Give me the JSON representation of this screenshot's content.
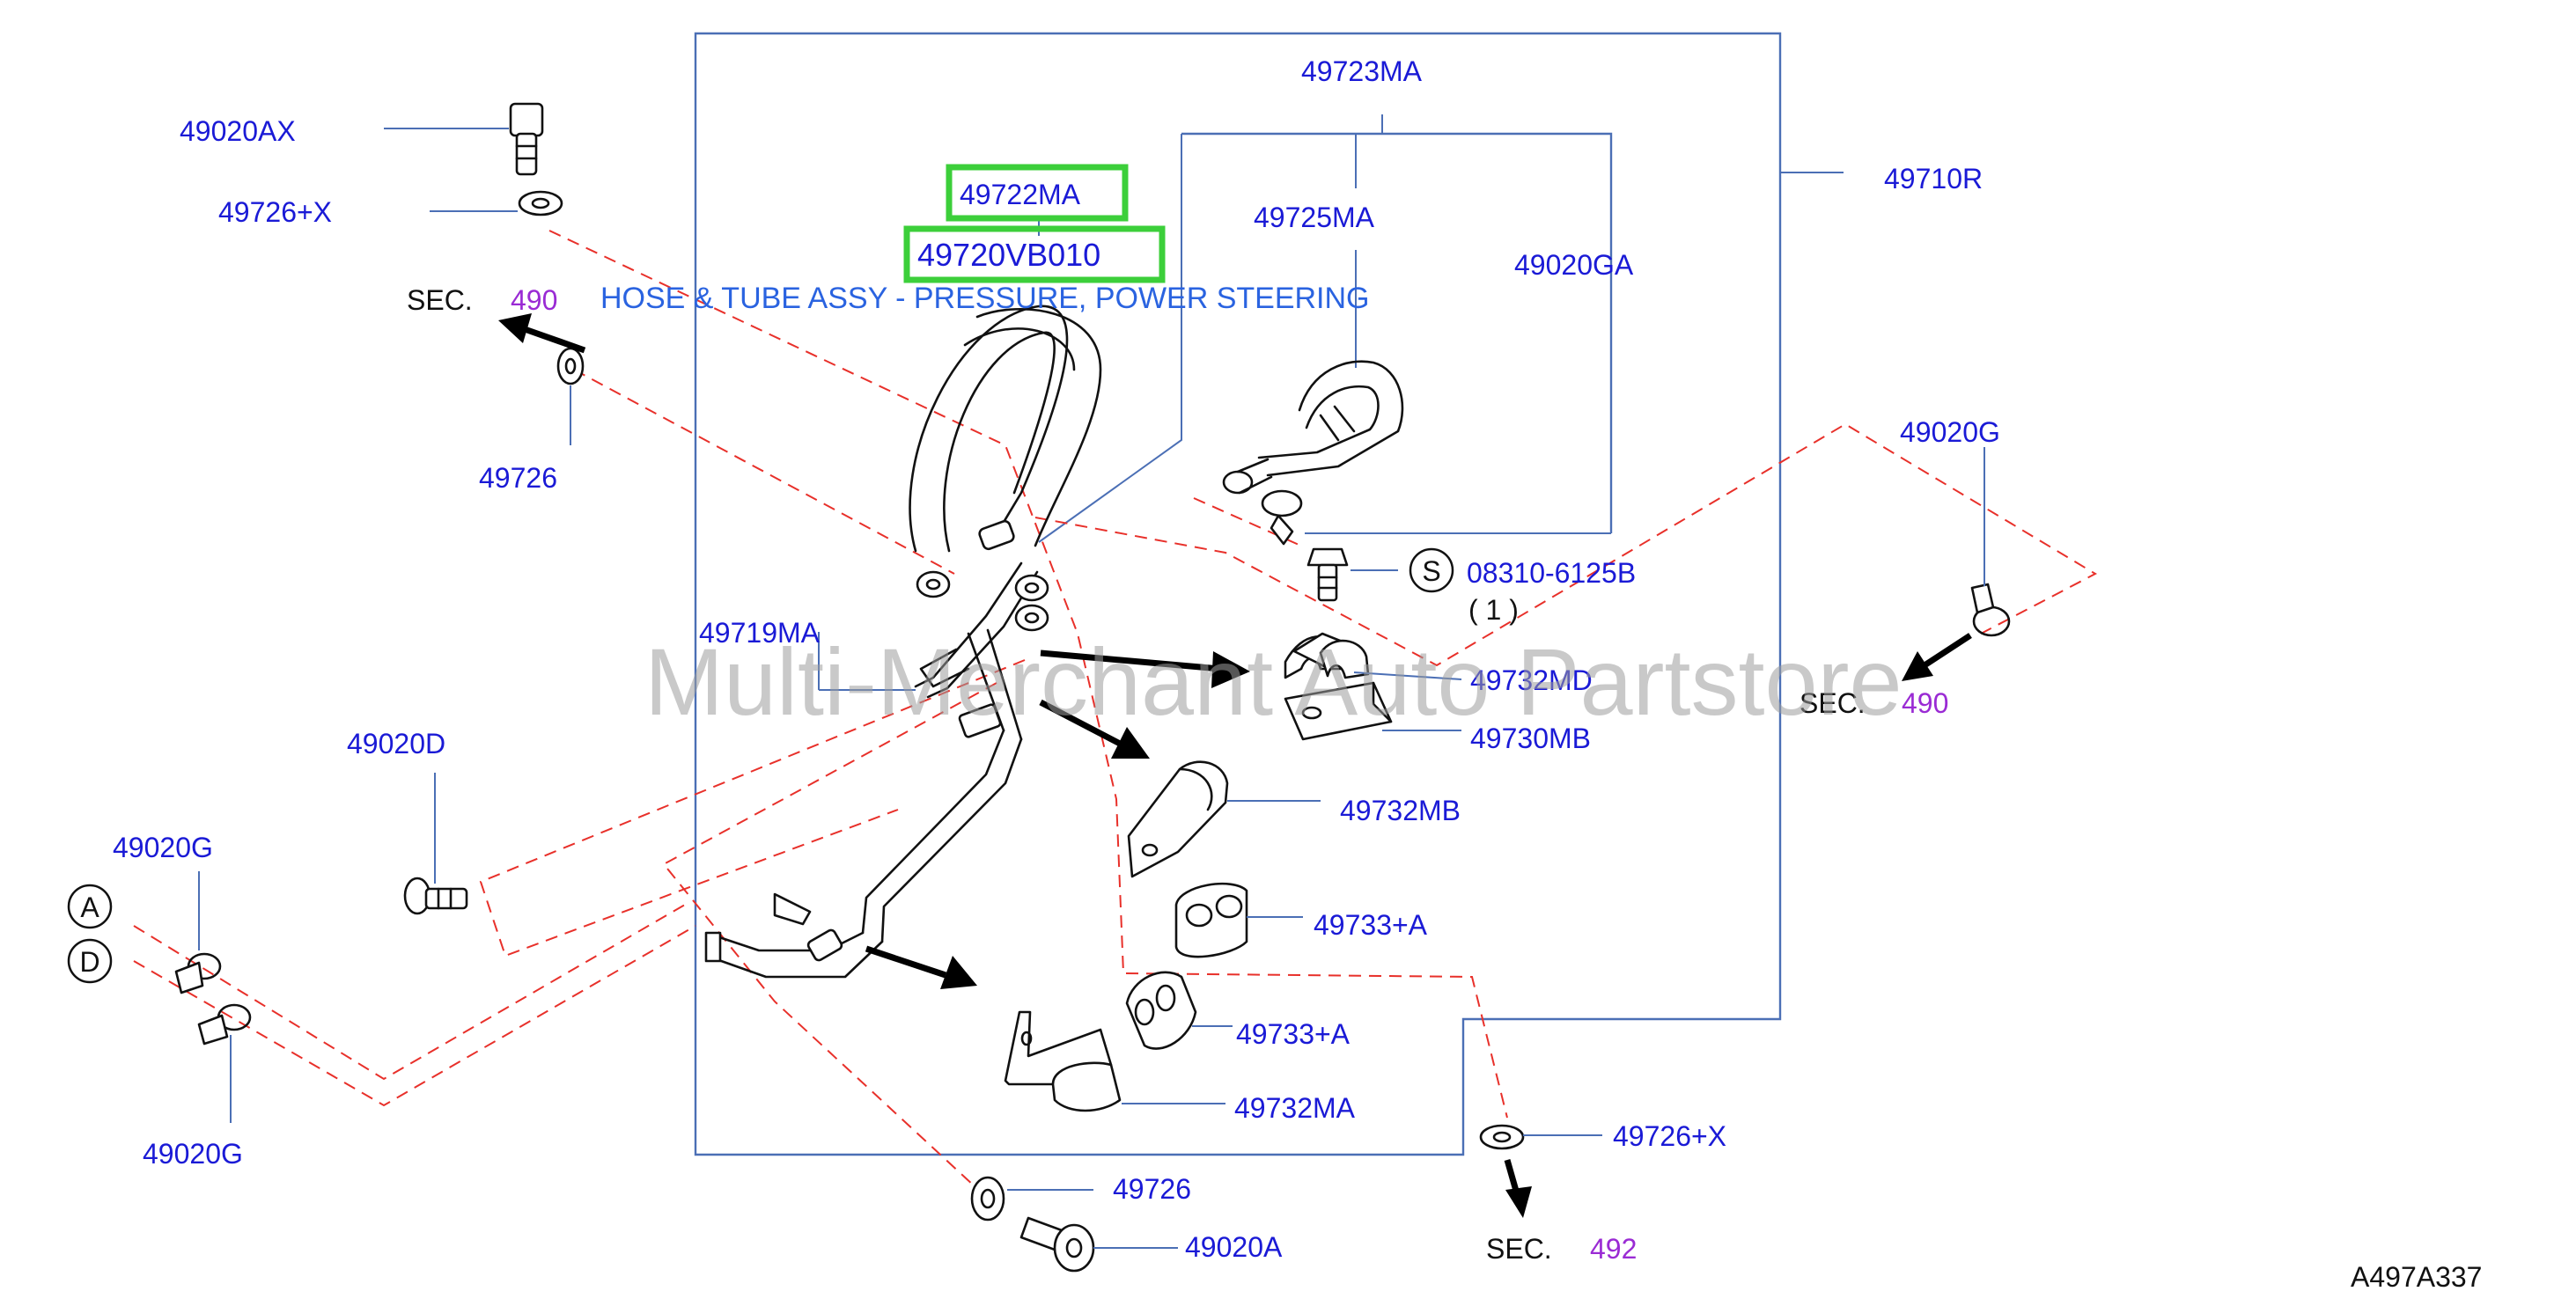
{
  "diagram_code": "A497A337",
  "watermark": "Multi-Merchant Auto Partstore",
  "title": "HOSE & TUBE ASSY - PRESSURE, POWER STEERING",
  "highlighted": [
    "49722MA",
    "49720VB010"
  ],
  "sec_prefix": "SEC.",
  "sections": {
    "left": "490",
    "right": "490",
    "bottom": "492"
  },
  "circle_labels": {
    "s": "S",
    "a": "A",
    "d": "D"
  },
  "parts": {
    "p49020AX": "49020AX",
    "p49726X_top": "49726+X",
    "p49726_left": "49726",
    "p49723MA": "49723MA",
    "p49722MA": "49722MA",
    "p49720VB010": "49720VB010",
    "p49725MA": "49725MA",
    "p49020GA": "49020GA",
    "p49710R": "49710R",
    "p49020G_right": "49020G",
    "p08310": "08310-6125B",
    "p08310_qty": "( 1 )",
    "p49719MA": "49719MA",
    "p49732MD": "49732MD",
    "p49730MB": "49730MB",
    "p49020D": "49020D",
    "p49020G_left_top": "49020G",
    "p49732MB": "49732MB",
    "p49733A_1": "49733+A",
    "p49733A_2": "49733+A",
    "p49732MA": "49732MA",
    "p49020G_left_bottom": "49020G",
    "p49726X_bottom": "49726+X",
    "p49726_bottom": "49726",
    "p49020A": "49020A"
  },
  "colors": {
    "part_label": "#1a1ad6",
    "section_number": "#9a2bd4",
    "highlight": "#3ccf3a",
    "dashed_line": "#e8302a",
    "leader_line": "#4b6fb5"
  }
}
